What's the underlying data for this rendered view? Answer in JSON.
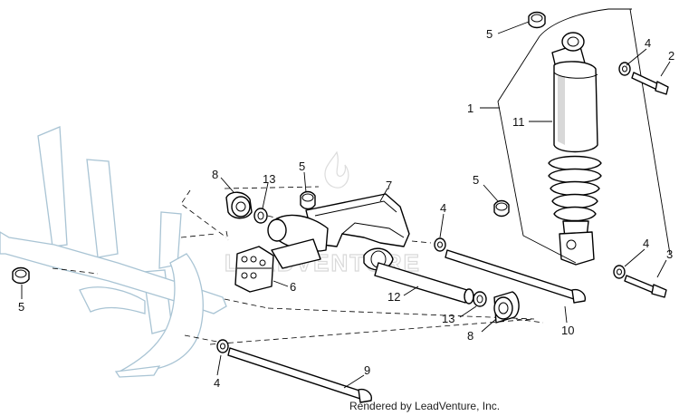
{
  "watermark": "LEADVENTURE",
  "credit": "Rendered by LeadVenture, Inc.",
  "callouts": [
    "5",
    "4",
    "2",
    "1",
    "11",
    "8",
    "13",
    "5",
    "7",
    "5",
    "4",
    "4",
    "3",
    "6",
    "5",
    "12",
    "13",
    "8",
    "10",
    "4",
    "9"
  ],
  "colors": {
    "frame_outline": "#a9c4d4",
    "parts_outline": "#000000",
    "watermark": "#d9d9d9"
  }
}
